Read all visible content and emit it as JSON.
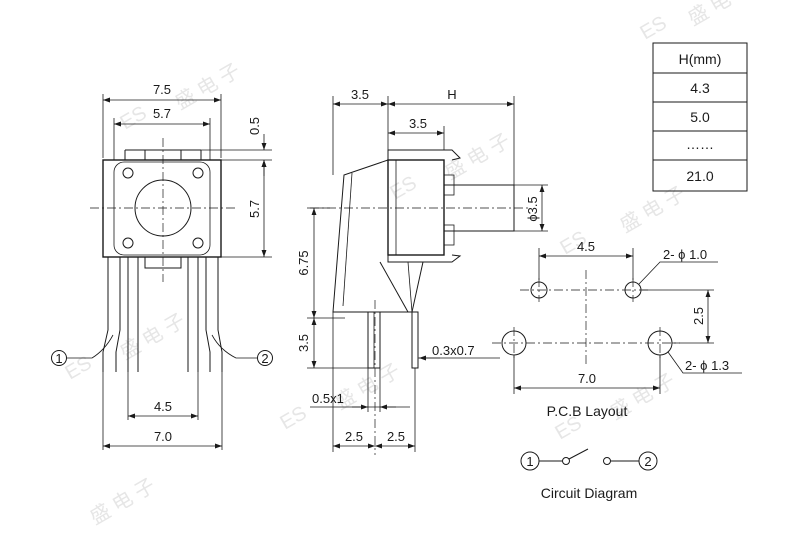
{
  "front_view": {
    "width_total": "7.5",
    "width_inner": "5.7",
    "top_offset": "0.5",
    "height_body": "5.7",
    "pin_pitch_inner": "4.5",
    "pin_pitch_outer": "7.0",
    "pin1": "1",
    "pin2": "2"
  },
  "side_view": {
    "left_offset": "3.5",
    "height_label": "H",
    "body_depth": "3.5",
    "plunger_dia": "ϕ3.5",
    "center_height": "6.75",
    "lead_length": "3.5",
    "lead_size": "0.3x0.7",
    "pin_size": "0.5x1",
    "spacing_a": "2.5",
    "spacing_b": "2.5"
  },
  "pcb_layout": {
    "pitch_small": "4.5",
    "hole_small": "2- ϕ 1.0",
    "row_spacing": "2.5",
    "pitch_large": "7.0",
    "hole_large": "2- ϕ 1.3",
    "title": "P.C.B Layout"
  },
  "circuit": {
    "pin1": "1",
    "pin2": "2",
    "title": "Circuit Diagram"
  },
  "h_table": {
    "header": "H(mm)",
    "rows": [
      "4.3",
      "5.0",
      "……",
      "21.0"
    ]
  },
  "watermark": {
    "text": "ES",
    "cn": "盛 电 子"
  }
}
